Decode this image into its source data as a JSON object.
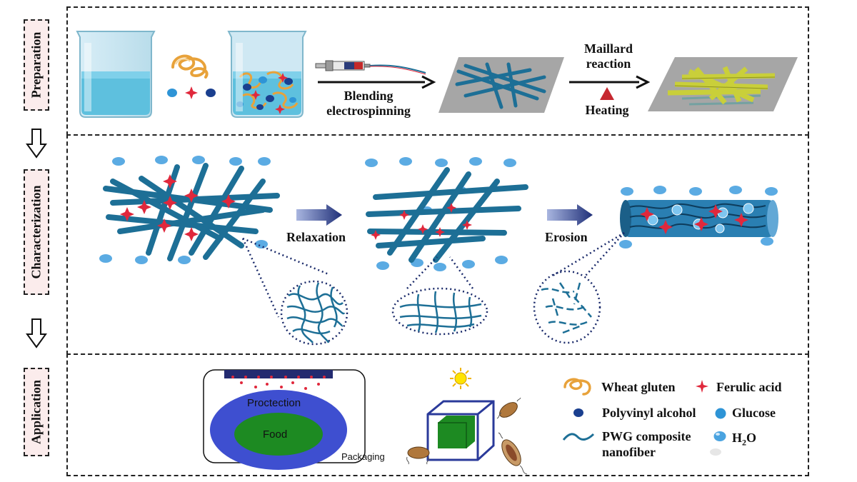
{
  "sections": {
    "preparation": "Preparation",
    "characterization": "Characterization",
    "application": "Application"
  },
  "preparation": {
    "step1": "Blending",
    "step1b": "electrospinning",
    "step2": "Maillard",
    "step2b": "reaction",
    "heating": "Heating"
  },
  "characterization": {
    "relaxation": "Relaxation",
    "erosion": "Erosion"
  },
  "application": {
    "protection": "Proctection",
    "food": "Food",
    "packaging": "Packaging"
  },
  "legend": {
    "wheat_gluten": "Wheat gluten",
    "ferulic_acid": "Ferulic acid",
    "pva": "Polyvinyl alcohol",
    "glucose": "Glucose",
    "nanofiber": "PWG composite",
    "nanofiber_b": "nanofiber",
    "water": "H",
    "water_sub": "2",
    "water_end": "O"
  },
  "colors": {
    "fiber": "#1d6f96",
    "ferulic": "#e0283c",
    "pva": "#1a3f8f",
    "glucose": "#2e94d6",
    "water": "#4aa3e0",
    "gluten": "#e8a23a",
    "protection": "#3e4fd0",
    "food": "#1d8a22",
    "yellow_fiber": "#c9cf3a"
  }
}
